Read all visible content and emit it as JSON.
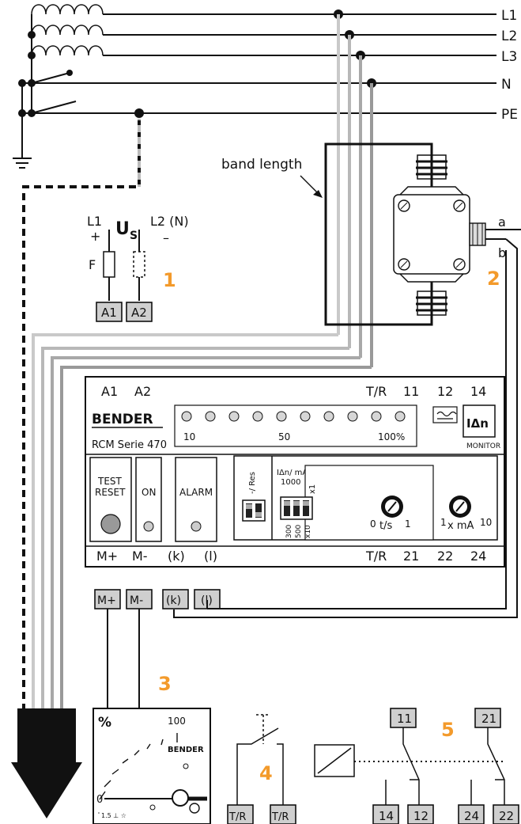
{
  "lines": {
    "l1": "L1",
    "l2": "L2",
    "l3": "L3",
    "n": "N",
    "pe": "PE"
  },
  "band_length_label": "band length",
  "supply": {
    "l1": "L1",
    "plus": "+",
    "us_main": "U",
    "us_sub": "S",
    "l2n": "L2 (N)",
    "minus": "–",
    "fuse": "F",
    "a1": "A1",
    "a2": "A2",
    "number": "1"
  },
  "transformer": {
    "a": "a",
    "b": "b",
    "number": "2"
  },
  "device": {
    "top_terminals": [
      "A1",
      "A2",
      "T/R",
      "11",
      "12",
      "14"
    ],
    "brand": "BENDER",
    "series": "RCM Serie 470",
    "bar_labels": [
      "10",
      "50",
      "100%"
    ],
    "led_count": 10,
    "monitor_symbol": "IΔn",
    "monitor_label": "MONITOR",
    "test_reset": [
      "TEST",
      "RESET"
    ],
    "on": "ON",
    "alarm": "ALARM",
    "dip1_label": "-/ Res",
    "dip2_top": [
      "IΔn/ mA",
      "1000"
    ],
    "dip2_bottom": [
      "300",
      "500",
      "x10"
    ],
    "dip2_x1": "x1",
    "knob1": {
      "min": "0",
      "unit": "t/s",
      "max": "1"
    },
    "knob2": {
      "min": "1",
      "unit": "x mA",
      "max": "10"
    },
    "bottom_terminals": [
      "M+",
      "M-",
      "(k)",
      "(l)",
      "T/R",
      "21",
      "22",
      "24"
    ]
  },
  "ext_terminals": [
    "M+",
    "M-",
    "(k)",
    "(l)"
  ],
  "meter": {
    "percent": "%",
    "max": "100",
    "zero": "0",
    "brand": "BENDER",
    "footer": "ﾟ1.5 ⊥ ☆",
    "number": "3"
  },
  "switch": {
    "tr1": "T/R",
    "tr2": "T/R",
    "number": "4"
  },
  "relay": {
    "t11": "11",
    "t21": "21",
    "t14": "14",
    "t12": "12",
    "t24": "24",
    "t22": "22",
    "number": "5"
  }
}
